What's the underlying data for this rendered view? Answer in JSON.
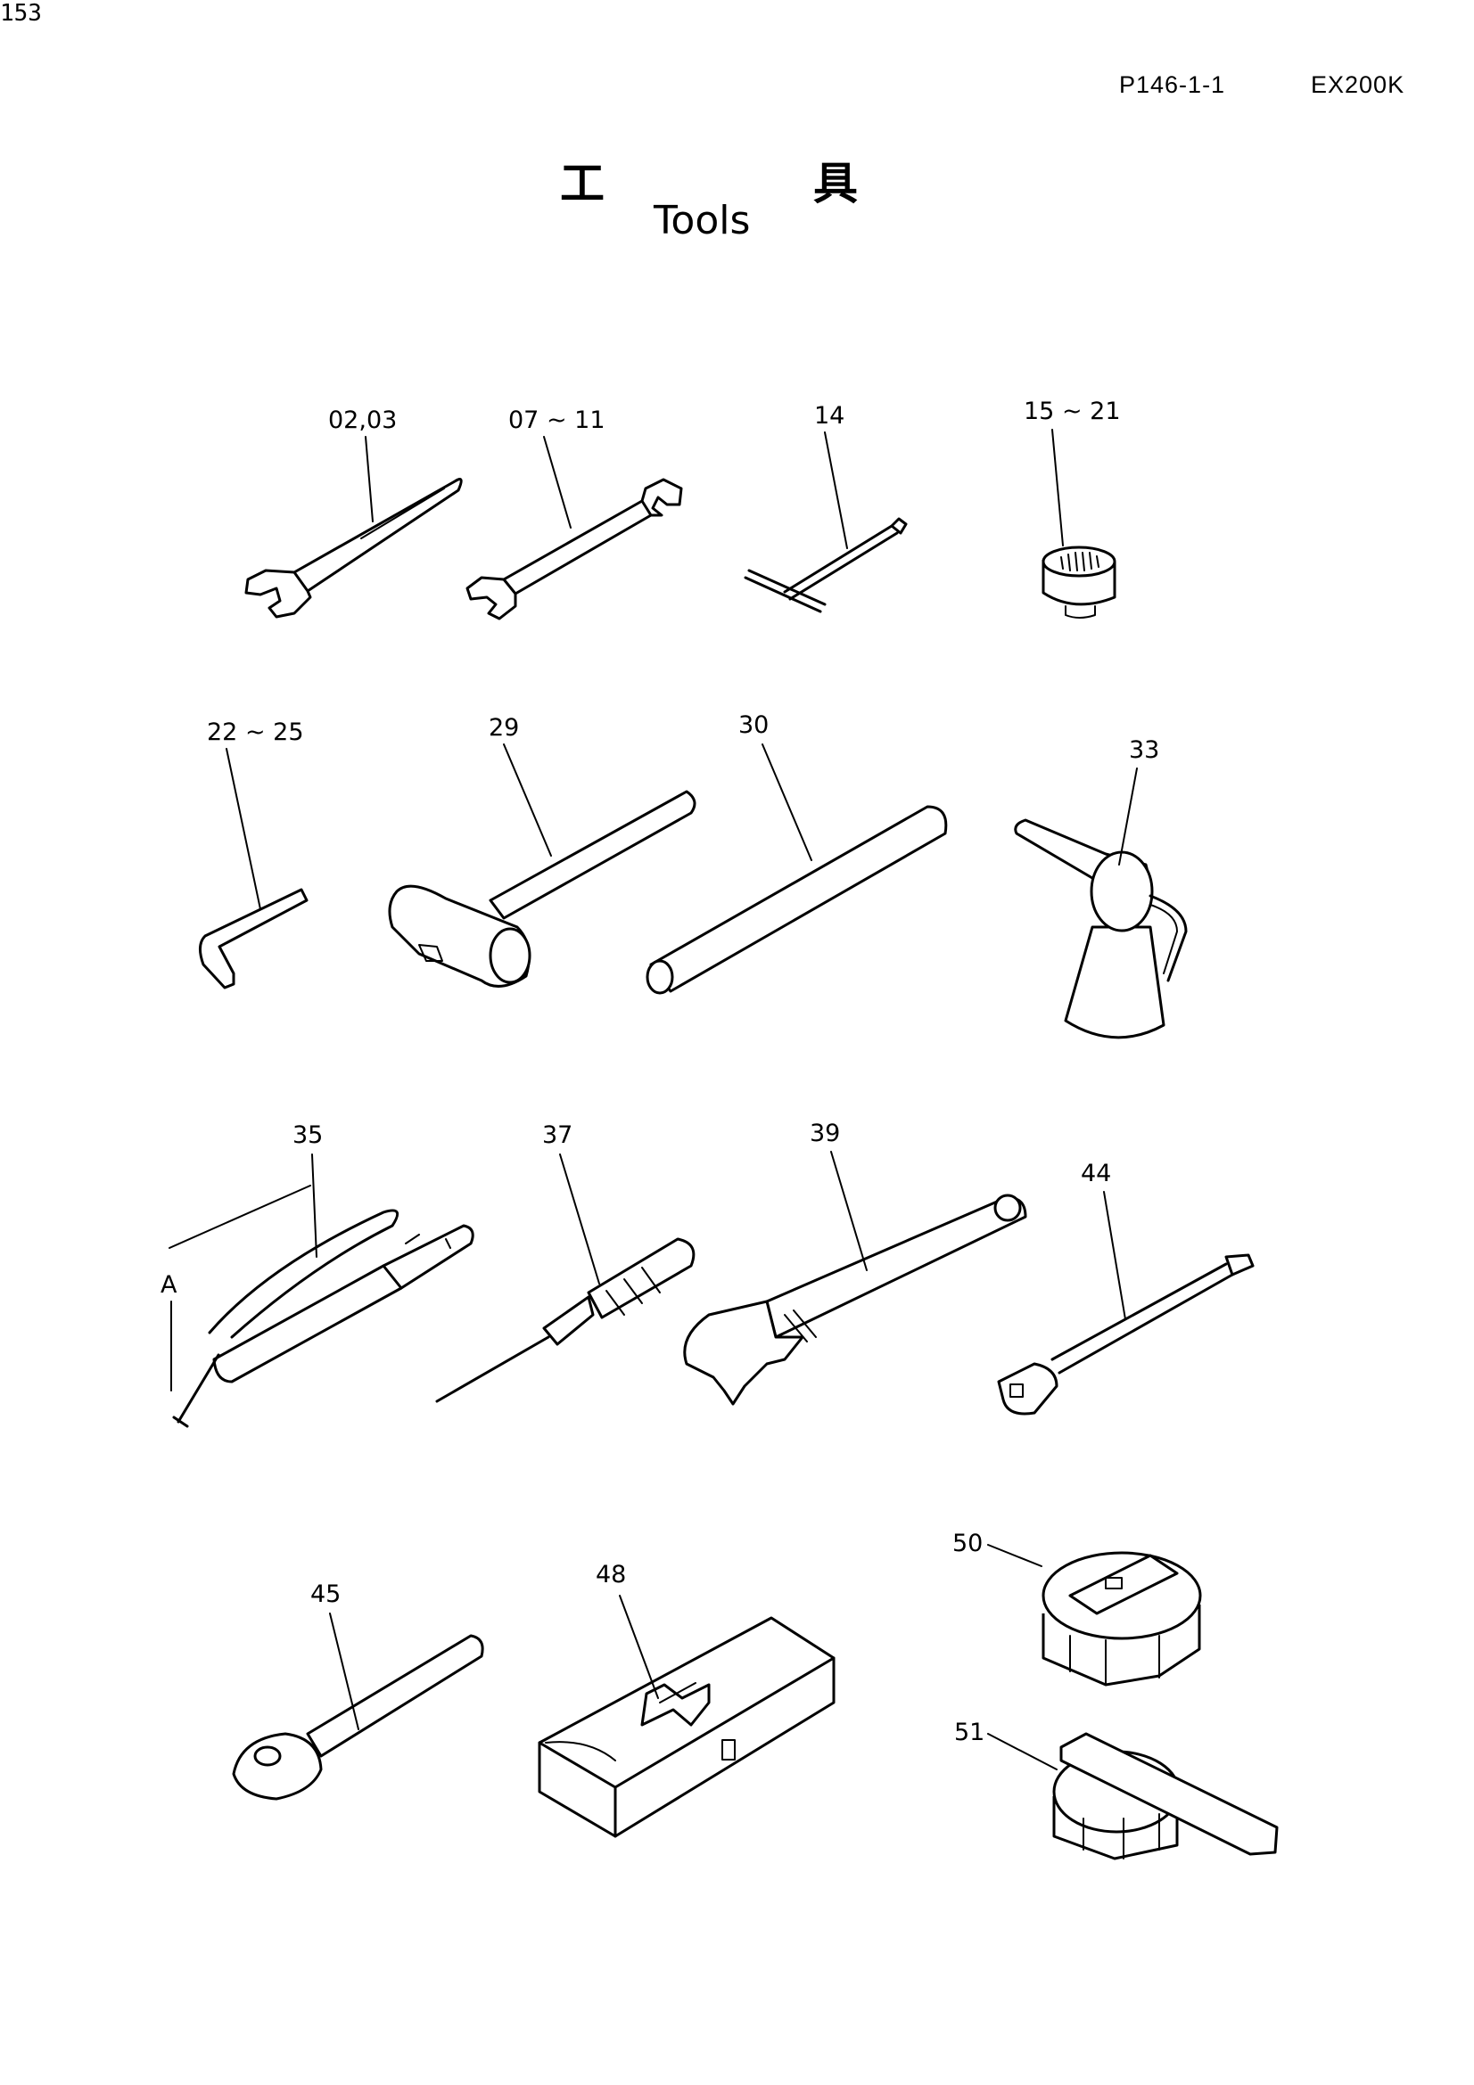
{
  "header": {
    "doc_code": "P146-1-1",
    "model": "EX200K",
    "page_number": "153"
  },
  "title": {
    "jp_char_1": "工",
    "jp_char_2": "具",
    "en": "Tools"
  },
  "callouts": {
    "c0203": "02,03",
    "c0711": "07 ~ 11",
    "c14": "14",
    "c1521": "15 ~ 21",
    "c2225": "22 ~ 25",
    "c29": "29",
    "c30": "30",
    "c33": "33",
    "c35": "35",
    "cA": "A",
    "c37": "37",
    "c39": "39",
    "c44": "44",
    "c45": "45",
    "c48": "48",
    "c50": "50",
    "c51": "51"
  }
}
